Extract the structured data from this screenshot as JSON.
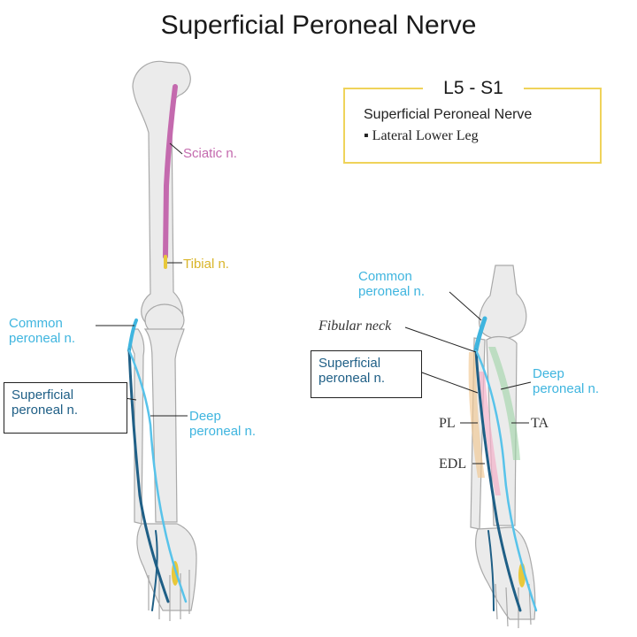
{
  "title": "Superficial Peroneal Nerve",
  "root_box": {
    "tag": "L5 - S1",
    "line1": "Superficial Peroneal Nerve",
    "line2": "Lateral Lower Leg"
  },
  "left_labels": {
    "sciatic": "Sciatic n.",
    "tibial": "Tibial n.",
    "common_1": "Common",
    "common_2": "peroneal n.",
    "superficial_1": "Superficial",
    "superficial_2": "peroneal n.",
    "deep_1": "Deep",
    "deep_2": "peroneal n."
  },
  "right_labels": {
    "common_1": "Common",
    "common_2": "peroneal n.",
    "fibular_neck": "Fibular neck",
    "superficial_1": "Superficial",
    "superficial_2": "peroneal n.",
    "deep_1": "Deep",
    "deep_2": "peroneal n.",
    "pl": "PL",
    "ta": "TA",
    "edl": "EDL"
  },
  "colors": {
    "sciatic": "#c46aae",
    "tibial": "#e8c83a",
    "common_peroneal": "#3fb5df",
    "superficial_peroneal": "#1f5f86",
    "deep_peroneal": "#58c3ea",
    "root_box_border": "#efd35a"
  }
}
